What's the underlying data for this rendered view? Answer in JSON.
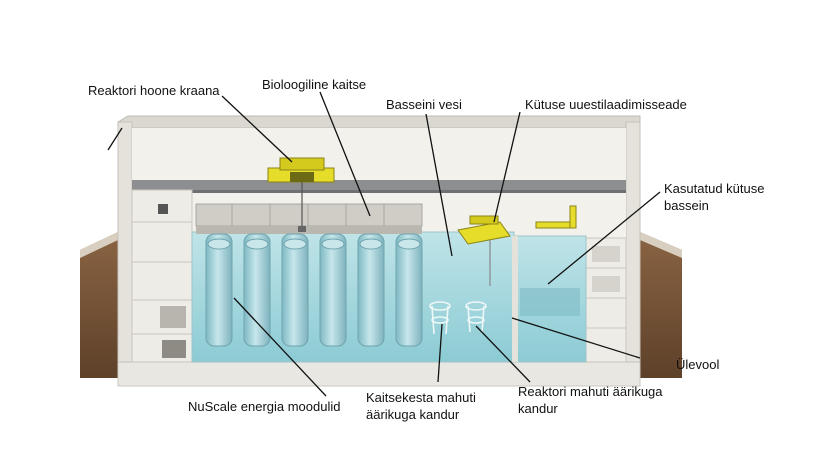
{
  "labels": {
    "crane": "Reaktori hoone kraana",
    "bio_shield": "Bioloogiline kaitse",
    "pool_water": "Basseini vesi",
    "refueling": "Kütuse uuestilaadimisseade",
    "spent_fuel_1": "Kasutatud kütuse",
    "spent_fuel_2": "bassein",
    "overflow": "Ülevool",
    "modules": "NuScale energia moodulid",
    "containment_1": "Kaitsekesta mahuti",
    "containment_2": "äärikuga kandur",
    "reactor_1": "Reaktori mahuti äärikuga",
    "reactor_2": "kandur"
  },
  "colors": {
    "ground": "#7a573a",
    "ground_dark": "#5c3f27",
    "wall": "#eceae4",
    "wall_shade": "#d3d1ca",
    "water": "#a9d9df",
    "water_deep": "#7fc1cc",
    "module": "#9ccbd4",
    "crane_yellow": "#e6dc2a",
    "leader": "#111111"
  }
}
